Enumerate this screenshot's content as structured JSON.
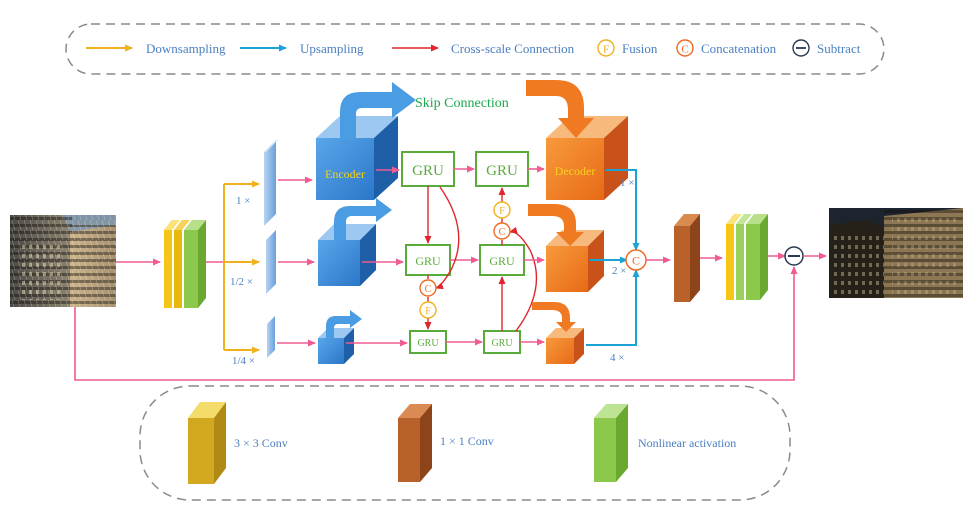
{
  "legend_top": {
    "downsampling": "Downsampling",
    "upsampling": "Upsampling",
    "cross_scale": "Cross-scale Connection",
    "fusion_symbol": "F",
    "fusion": "Fusion",
    "concat_symbol": "C",
    "concatenation": "Concatenation",
    "subtract": "Subtract"
  },
  "legend_bottom": {
    "conv3": "3 × 3 Conv",
    "conv1": "1 × 1 Conv",
    "nonlinear": "Nonlinear activation"
  },
  "diagram": {
    "skip_connection": "Skip Connection",
    "encoder": "Encoder",
    "decoder": "Decoder",
    "gru": "GRU",
    "scale_1": "1 ×",
    "scale_half": "1/2 ×",
    "scale_quarter": "1/4 ×",
    "up_1": "1 ×",
    "up_2": "2 ×",
    "up_4": "4 ×",
    "fusion_symbol": "F",
    "concat_symbol": "C"
  },
  "colors": {
    "downsampling": "#f0b21c",
    "upsampling": "#1ba3d8",
    "cross_scale": "#e0262c",
    "pink_flow": "#ee5c93",
    "gru_green": "#5aaa3c",
    "text_blue": "#4a7fc1",
    "skip_green": "#1aa84b",
    "conv3": "#f5c518",
    "conv1": "#b8612a",
    "nonlinear": "#8cc84b",
    "encoder_blue": "#2f7fd0",
    "decoder_orange": "#ef7a22"
  },
  "icons": [
    "input-image",
    "output-image",
    "fusion-icon",
    "concatenation-icon",
    "subtract-icon"
  ]
}
